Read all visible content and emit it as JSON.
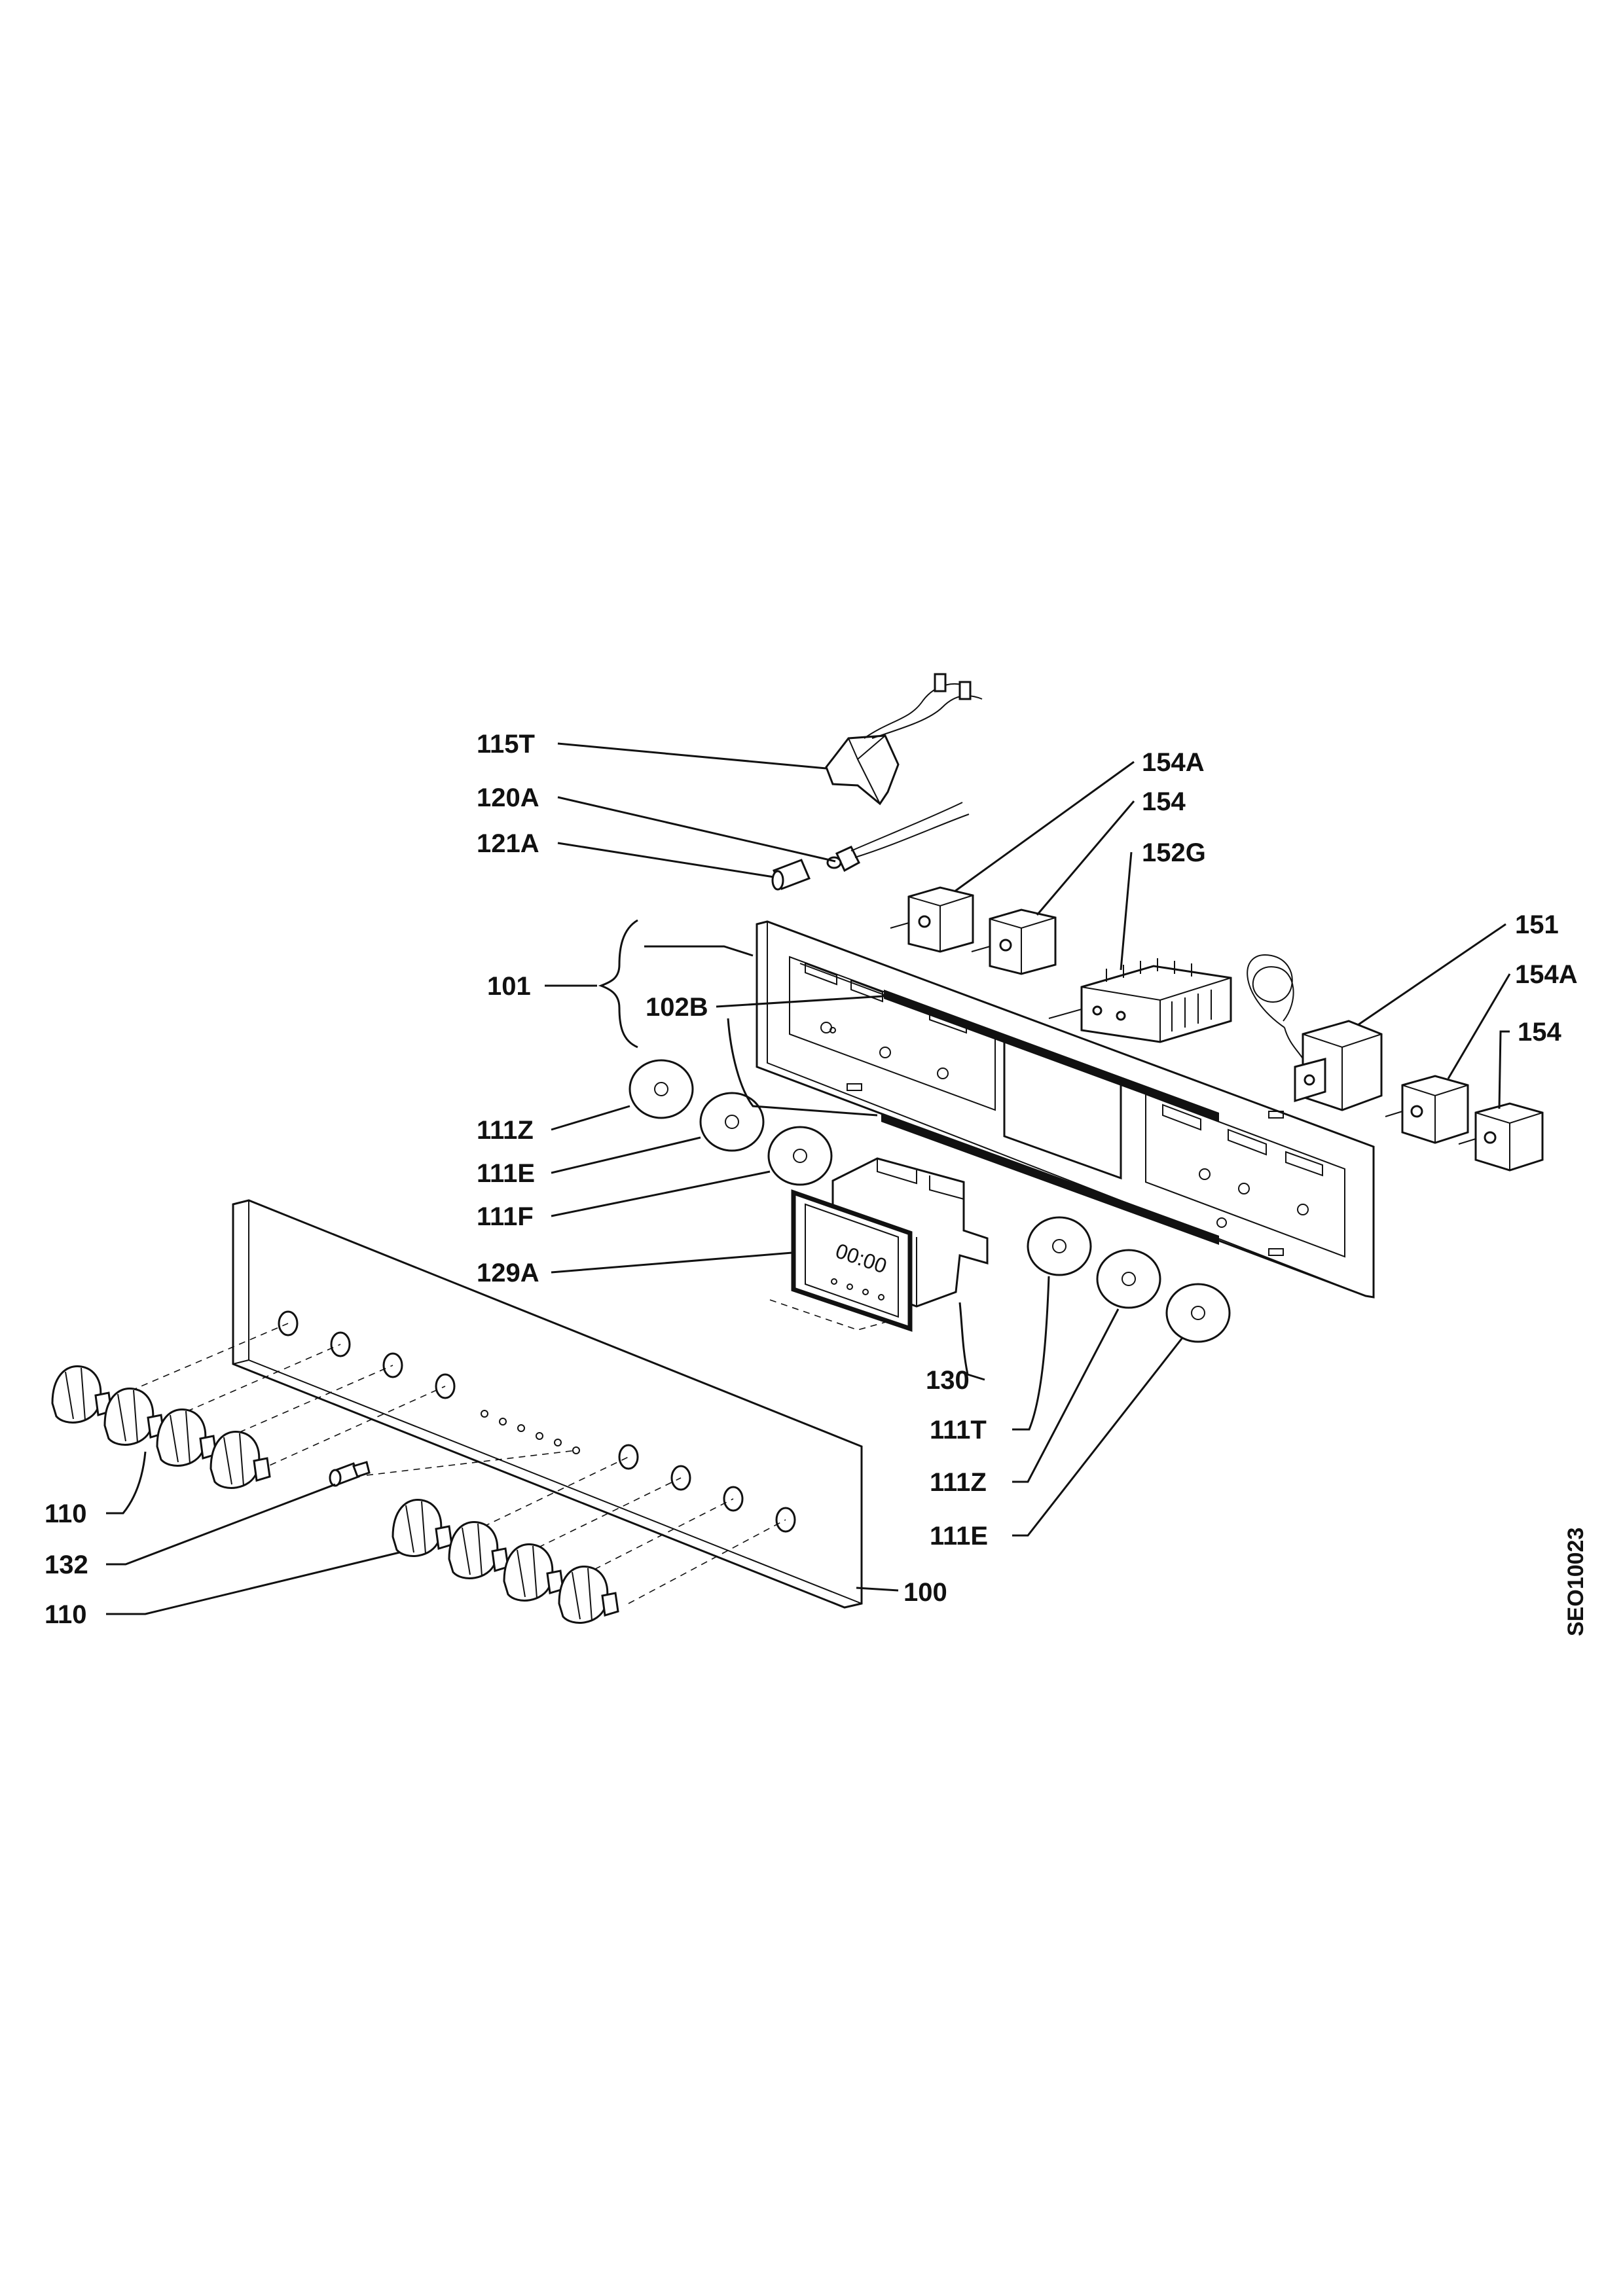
{
  "drawing_code": "SEO10023",
  "callouts": {
    "c115T": "115T",
    "c120A": "120A",
    "c121A": "121A",
    "c154A_top": "154A",
    "c154_top": "154",
    "c152G": "152G",
    "c151": "151",
    "c154A_right": "154A",
    "c154_right": "154",
    "c101": "101",
    "c102B": "102B",
    "c111Z_left": "111Z",
    "c111E_left": "111E",
    "c111F": "111F",
    "c129A": "129A",
    "c130": "130",
    "c111T": "111T",
    "c111Z_right": "111Z",
    "c111E_right": "111E",
    "c110_upper": "110",
    "c132": "132",
    "c110_lower": "110",
    "c100": "100"
  },
  "timer_display": "00:00"
}
